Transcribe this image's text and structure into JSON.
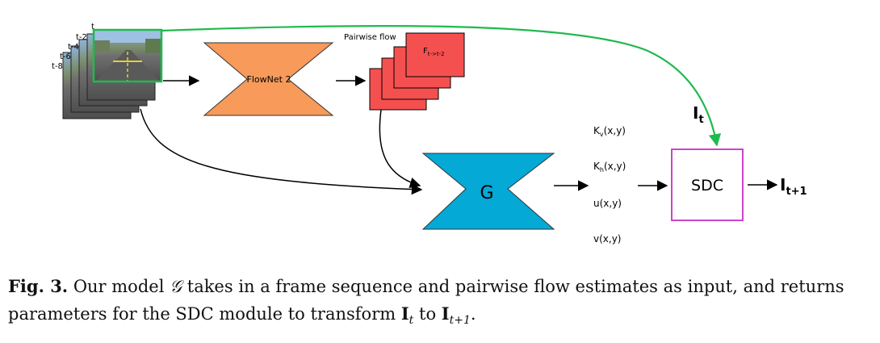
{
  "diagram": {
    "frame_labels": [
      "t",
      "t-2",
      "t-4",
      "t-6",
      "t-8"
    ],
    "flownet_label": "FlowNet 2",
    "pairwise_flow_label": "Pairwise flow",
    "flow_symbol": "F",
    "flow_subscript": "t->t-2",
    "g_label": "G",
    "output_params": [
      "Kv(x,y)",
      "Kh(x,y)",
      "u(x,y)",
      "v(x,y)"
    ],
    "kv_base": "K",
    "kv_sub": "v",
    "kh_base": "K",
    "kh_sub": "h",
    "xy": "(x,y)",
    "sdc_label": "SDC",
    "it_base": "I",
    "it_sub": "t",
    "itp1_base": "I",
    "itp1_sub": "t+1",
    "colors": {
      "flownet": "#f79a5a",
      "flow": "#f55050",
      "g_net": "#04a9d6",
      "sdc_border": "#cc44cc",
      "skip_arrow": "#1fba4e"
    }
  },
  "caption": {
    "fig_label": "Fig. 3.",
    "text_1": "Our model",
    "g_symbol": "𝒢",
    "text_2": "takes in a frame sequence and pairwise flow estimates as input, and returns parameters for the SDC module to transform",
    "it": "I",
    "it_sub": "t",
    "to": "to",
    "itp1": "I",
    "itp1_sub": "t+1",
    "end": "."
  }
}
